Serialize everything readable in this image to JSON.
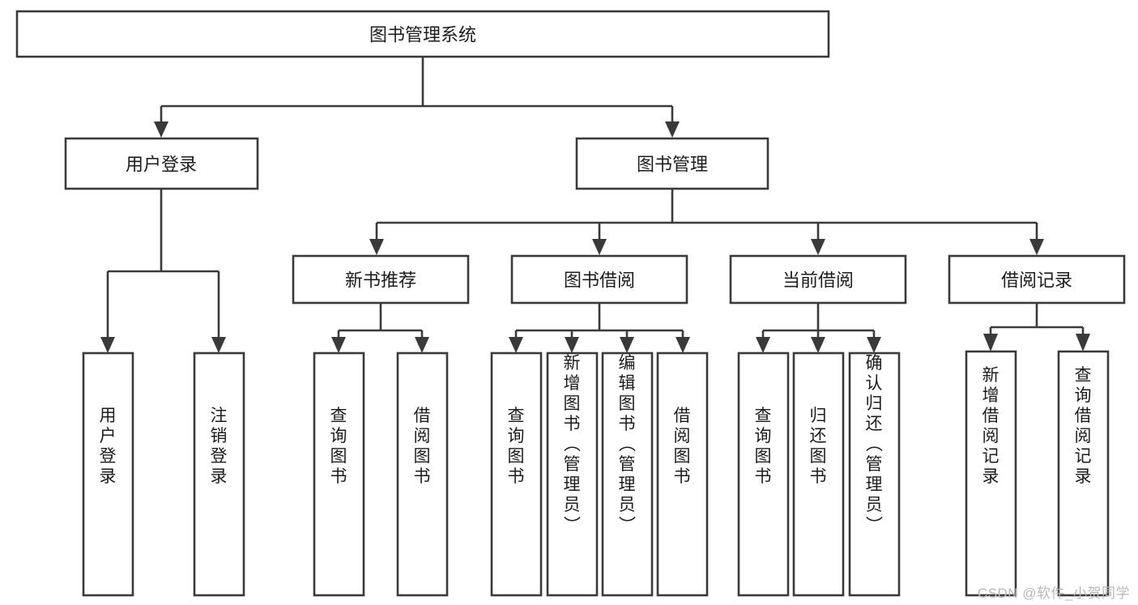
{
  "diagram": {
    "title": "图书管理系统",
    "type": "tree",
    "root": {
      "id": "root",
      "label": "图书管理系统"
    },
    "level2": [
      {
        "id": "user-login",
        "label": "用户登录"
      },
      {
        "id": "book-manage",
        "label": "图书管理"
      }
    ],
    "level3": [
      {
        "id": "new-book-recommend",
        "label": "新书推荐",
        "parent": "book-manage"
      },
      {
        "id": "book-borrow",
        "label": "图书借阅",
        "parent": "book-manage"
      },
      {
        "id": "current-borrow",
        "label": "当前借阅",
        "parent": "book-manage"
      },
      {
        "id": "borrow-record",
        "label": "借阅记录",
        "parent": "book-manage"
      }
    ],
    "leaves": [
      {
        "id": "leaf-user-login",
        "label": "用户登录",
        "parent": "user-login"
      },
      {
        "id": "leaf-logout-login",
        "label": "注销登录",
        "parent": "user-login"
      },
      {
        "id": "leaf-query-book-1",
        "label": "查询图书",
        "parent": "new-book-recommend"
      },
      {
        "id": "leaf-borrow-book-1",
        "label": "借阅图书",
        "parent": "new-book-recommend"
      },
      {
        "id": "leaf-query-book-2",
        "label": "查询图书",
        "parent": "book-borrow"
      },
      {
        "id": "leaf-add-book",
        "label": "新增图书（管理员）",
        "parent": "book-borrow"
      },
      {
        "id": "leaf-edit-book",
        "label": "编辑图书（管理员）",
        "parent": "book-borrow"
      },
      {
        "id": "leaf-borrow-book-2",
        "label": "借阅图书",
        "parent": "book-borrow"
      },
      {
        "id": "leaf-query-book-3",
        "label": "查询图书",
        "parent": "current-borrow"
      },
      {
        "id": "leaf-return-book",
        "label": "归还图书",
        "parent": "current-borrow"
      },
      {
        "id": "leaf-confirm-return",
        "label": "确认归还（管理员）",
        "parent": "current-borrow"
      },
      {
        "id": "leaf-add-record",
        "label": "新增借阅记录",
        "parent": "borrow-record"
      },
      {
        "id": "leaf-query-record",
        "label": "查询借阅记录",
        "parent": "borrow-record"
      }
    ],
    "colors": {
      "stroke": "#3a3a3a",
      "box_fill": "#ffffff",
      "text": "#1c1c1c",
      "background": "#ffffff",
      "watermark": "#b8b8b8"
    }
  },
  "watermark": {
    "label": "CSDN @软件_小贺同学"
  }
}
